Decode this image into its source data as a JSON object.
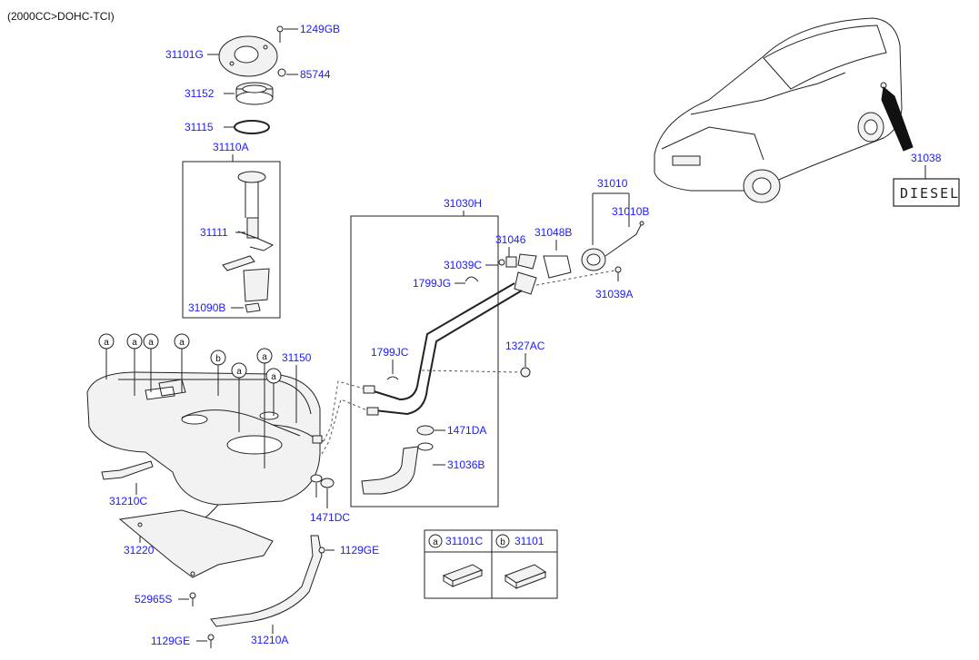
{
  "header": {
    "engine_spec": "(2000CC>DOHC-TCI)"
  },
  "parts": {
    "p1249GB": "1249GB",
    "p31101G": "31101G",
    "p85744": "85744",
    "p31152": "31152",
    "p31115": "31115",
    "p31110A": "31110A",
    "p31111": "31111",
    "p31090B": "31090B",
    "p31030H": "31030H",
    "p31046": "31046",
    "p31048B": "31048B",
    "p31039C": "31039C",
    "p1799JG": "1799JG",
    "p31010": "31010",
    "p31010B": "31010B",
    "p31039A": "31039A",
    "p31038": "31038",
    "p1327AC": "1327AC",
    "p1799JC": "1799JC",
    "p1471DA": "1471DA",
    "p31036B": "31036B",
    "p31150": "31150",
    "p31210C": "31210C",
    "p31220": "31220",
    "p1471DC": "1471DC",
    "p1129GE_right": "1129GE",
    "p52965S": "52965S",
    "p1129GE_bottom": "1129GE",
    "p31210A": "31210A"
  },
  "callouts": {
    "a": "a",
    "b": "b"
  },
  "legend": {
    "a_part": "31101C",
    "b_part": "31101",
    "a_key": "a",
    "b_key": "b"
  },
  "diesel_label": "DIESEL",
  "colors": {
    "link": "#1a1aff",
    "line": "#222222"
  }
}
